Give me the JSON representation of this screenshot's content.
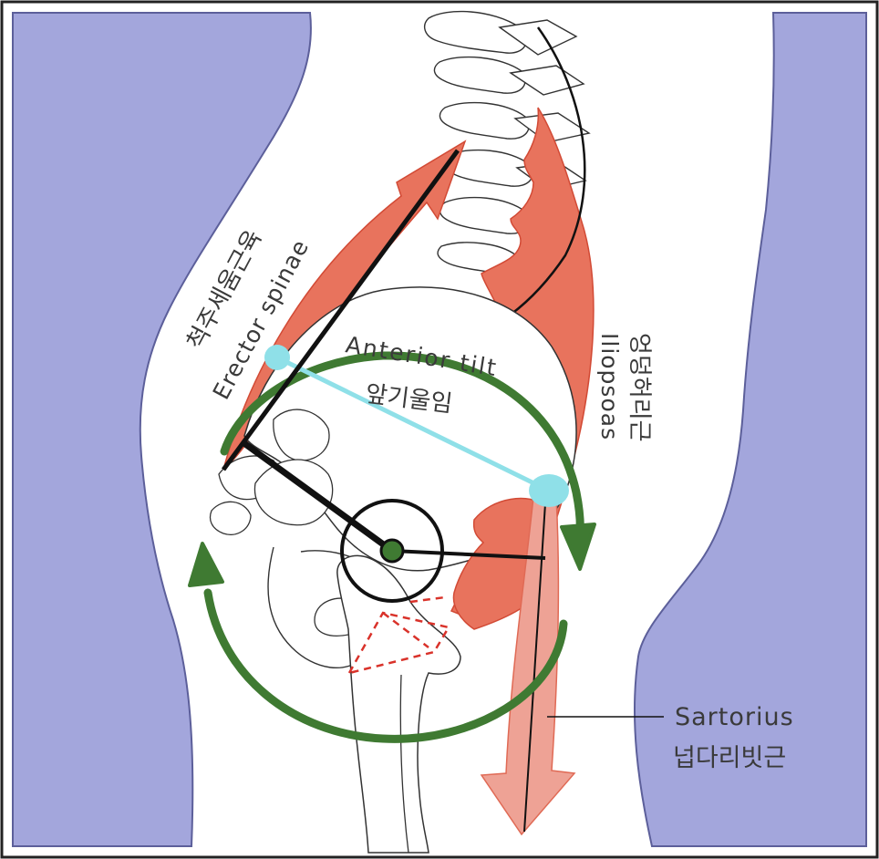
{
  "labels": {
    "erector_en": "Erector spinae",
    "erector_ko": "척주세움근육",
    "anterior_tilt_en": "Anterior tilt",
    "anterior_tilt_ko": "앞기울임",
    "iliopsoas_en": "Iliopsoas",
    "iliopsoas_ko": "엉덩허리근",
    "sartorius_en": "Sartorius",
    "sartorius_ko": "넙다리빗근"
  },
  "colors": {
    "background_body": "#a3a6dc",
    "muscle": "#e8735d",
    "muscle_light": "#eea295",
    "rotation_arrow": "#3f7a32",
    "tilt_line": "#8fe0e8",
    "bone_outline": "#333333",
    "lever": "#111111"
  },
  "icons": [
    "rotation-arrow-icon",
    "arrowhead-icon",
    "pivot-point-icon"
  ]
}
